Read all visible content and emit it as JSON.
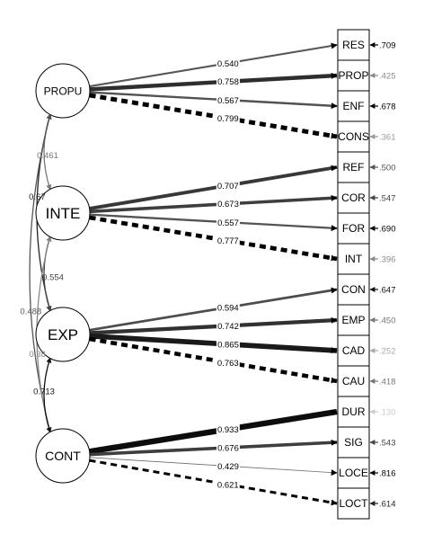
{
  "factors": [
    {
      "id": "PROPU",
      "label": "PROPU"
    },
    {
      "id": "INTE",
      "label": "INTE"
    },
    {
      "id": "EXP",
      "label": "EXP"
    },
    {
      "id": "CONT",
      "label": "CONT"
    }
  ],
  "indicators": [
    {
      "label": "RES",
      "residual": ".709",
      "residual_color": "#000000"
    },
    {
      "label": "PROP",
      "residual": ".425",
      "residual_color": "#8a8a8a"
    },
    {
      "label": "ENF",
      "residual": ".678",
      "residual_color": "#000000"
    },
    {
      "label": "CONS",
      "residual": ".361",
      "residual_color": "#9a9a9a"
    },
    {
      "label": "REF",
      "residual": ".500",
      "residual_color": "#555555"
    },
    {
      "label": "COR",
      "residual": ".547",
      "residual_color": "#444444"
    },
    {
      "label": "FOR",
      "residual": ".690",
      "residual_color": "#000000"
    },
    {
      "label": "INT",
      "residual": ".396",
      "residual_color": "#8a8a8a"
    },
    {
      "label": "CON",
      "residual": ".647",
      "residual_color": "#111111"
    },
    {
      "label": "EMP",
      "residual": ".450",
      "residual_color": "#777777"
    },
    {
      "label": "CAD",
      "residual": ".252",
      "residual_color": "#aaaaaa"
    },
    {
      "label": "CAU",
      "residual": ".418",
      "residual_color": "#777777"
    },
    {
      "label": "DUR",
      "residual": ".130",
      "residual_color": "#cccccc"
    },
    {
      "label": "SIG",
      "residual": ".543",
      "residual_color": "#444444"
    },
    {
      "label": "LOCE",
      "residual": ".816",
      "residual_color": "#000000"
    },
    {
      "label": "LOCT",
      "residual": ".614",
      "residual_color": "#222222"
    }
  ],
  "loadings": [
    {
      "factor": 0,
      "indicator": 0,
      "value": "0.540",
      "weight": 0.54,
      "dashed": false
    },
    {
      "factor": 0,
      "indicator": 1,
      "value": "0.758",
      "weight": 0.758,
      "dashed": false
    },
    {
      "factor": 0,
      "indicator": 2,
      "value": "0.567",
      "weight": 0.567,
      "dashed": false
    },
    {
      "factor": 0,
      "indicator": 3,
      "value": "0.799",
      "weight": 0.799,
      "dashed": true
    },
    {
      "factor": 1,
      "indicator": 4,
      "value": "0.707",
      "weight": 0.707,
      "dashed": false
    },
    {
      "factor": 1,
      "indicator": 5,
      "value": "0.673",
      "weight": 0.673,
      "dashed": false
    },
    {
      "factor": 1,
      "indicator": 6,
      "value": "0.557",
      "weight": 0.557,
      "dashed": false
    },
    {
      "factor": 1,
      "indicator": 7,
      "value": "0.777",
      "weight": 0.777,
      "dashed": true
    },
    {
      "factor": 2,
      "indicator": 8,
      "value": "0.594",
      "weight": 0.594,
      "dashed": false
    },
    {
      "factor": 2,
      "indicator": 9,
      "value": "0.742",
      "weight": 0.742,
      "dashed": false
    },
    {
      "factor": 2,
      "indicator": 10,
      "value": "0.865",
      "weight": 0.865,
      "dashed": false
    },
    {
      "factor": 2,
      "indicator": 11,
      "value": "0.763",
      "weight": 0.763,
      "dashed": true
    },
    {
      "factor": 3,
      "indicator": 12,
      "value": "0.933",
      "weight": 0.933,
      "dashed": false
    },
    {
      "factor": 3,
      "indicator": 13,
      "value": "0.676",
      "weight": 0.676,
      "dashed": false
    },
    {
      "factor": 3,
      "indicator": 14,
      "value": "0.429",
      "weight": 0.429,
      "dashed": false
    },
    {
      "factor": 3,
      "indicator": 15,
      "value": "0.621",
      "weight": 0.621,
      "dashed": true
    }
  ],
  "correlations": [
    {
      "from": 0,
      "to": 1,
      "value": "0.461",
      "color": "#777777"
    },
    {
      "from": 0,
      "to": 2,
      "value": "0.67",
      "color": "#222222"
    },
    {
      "from": 0,
      "to": 3,
      "value": "0.488",
      "color": "#555555"
    },
    {
      "from": 1,
      "to": 2,
      "value": "0.554",
      "color": "#444444"
    },
    {
      "from": 1,
      "to": 3,
      "value": "0.38",
      "color": "#888888"
    },
    {
      "from": 2,
      "to": 3,
      "value": "0.713",
      "color": "#111111"
    }
  ]
}
